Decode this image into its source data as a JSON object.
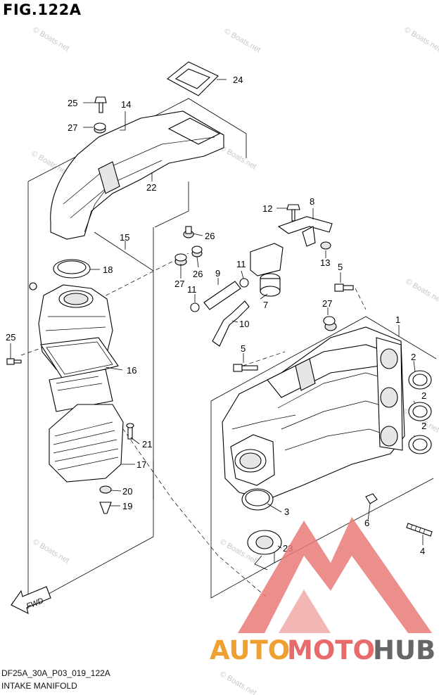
{
  "figure_title": "FIG.122A",
  "footer": {
    "code": "DF25A_30A_P03_019_122A",
    "caption": "INTAKE MANIFOLD"
  },
  "watermark_text": "© Boats.net",
  "fwd_label": "FWD",
  "logo": {
    "part_a": "AUTO",
    "part_b": "MOTO",
    "part_c": "HUB",
    "colors": {
      "auto": "#f0a030",
      "moto": "#e86a6a",
      "hub": "#666666",
      "triangle": "#e87a78"
    }
  },
  "callouts": [
    "24",
    "25",
    "14",
    "27",
    "22",
    "26",
    "15",
    "18",
    "26",
    "27",
    "12",
    "8",
    "11",
    "9",
    "13",
    "5",
    "27",
    "7",
    "10",
    "11",
    "1",
    "25",
    "16",
    "5",
    "2",
    "2",
    "21",
    "2",
    "17",
    "3",
    "20",
    "19",
    "6",
    "23",
    "4"
  ]
}
